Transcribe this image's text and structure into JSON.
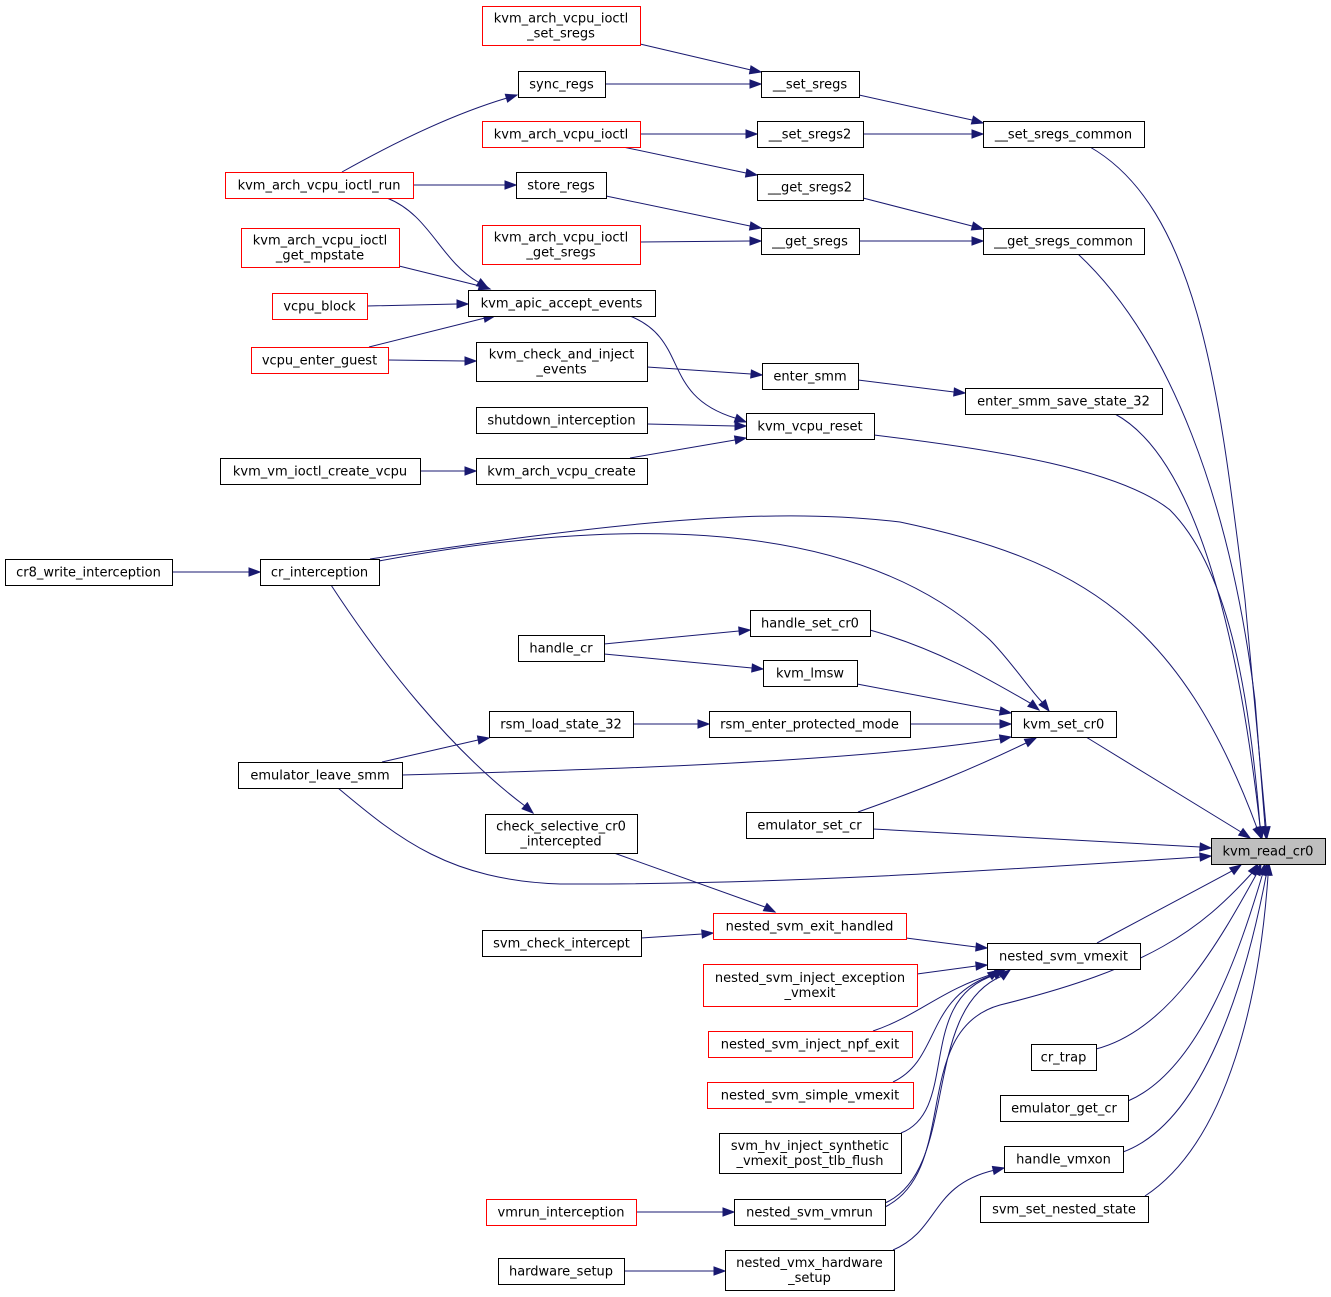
{
  "colors": {
    "edge": "#191970",
    "border": "#000000",
    "border_red": "#ff0000",
    "target_fill": "#bfbfbf"
  },
  "nodes": {
    "kvm_read_cr0": {
      "lines": [
        "kvm_read_cr0"
      ],
      "target": true
    },
    "kvm_arch_vcpu_ioctl_set_sregs": {
      "lines": [
        "kvm_arch_vcpu_ioctl",
        "_set_sregs"
      ],
      "red": true
    },
    "sync_regs": {
      "lines": [
        "sync_regs"
      ]
    },
    "__set_sregs": {
      "lines": [
        "__set_sregs"
      ]
    },
    "kvm_arch_vcpu_ioctl": {
      "lines": [
        "kvm_arch_vcpu_ioctl"
      ],
      "red": true
    },
    "__set_sregs2": {
      "lines": [
        "__set_sregs2"
      ]
    },
    "__set_sregs_common": {
      "lines": [
        "__set_sregs_common"
      ]
    },
    "kvm_arch_vcpu_ioctl_run": {
      "lines": [
        "kvm_arch_vcpu_ioctl_run"
      ],
      "red": true
    },
    "store_regs": {
      "lines": [
        "store_regs"
      ]
    },
    "__get_sregs2": {
      "lines": [
        "__get_sregs2"
      ]
    },
    "kvm_arch_vcpu_ioctl_get_sregs": {
      "lines": [
        "kvm_arch_vcpu_ioctl",
        "_get_sregs"
      ],
      "red": true
    },
    "__get_sregs": {
      "lines": [
        "__get_sregs"
      ]
    },
    "__get_sregs_common": {
      "lines": [
        "__get_sregs_common"
      ]
    },
    "kvm_arch_vcpu_ioctl_get_mpstate": {
      "lines": [
        "kvm_arch_vcpu_ioctl",
        "_get_mpstate"
      ],
      "red": true
    },
    "vcpu_block": {
      "lines": [
        "vcpu_block"
      ],
      "red": true
    },
    "kvm_apic_accept_events": {
      "lines": [
        "kvm_apic_accept_events"
      ]
    },
    "vcpu_enter_guest": {
      "lines": [
        "vcpu_enter_guest"
      ],
      "red": true
    },
    "kvm_check_and_inject_events": {
      "lines": [
        "kvm_check_and_inject",
        "_events"
      ]
    },
    "enter_smm": {
      "lines": [
        "enter_smm"
      ]
    },
    "enter_smm_save_state_32": {
      "lines": [
        "enter_smm_save_state_32"
      ]
    },
    "shutdown_interception": {
      "lines": [
        "shutdown_interception"
      ]
    },
    "kvm_vcpu_reset": {
      "lines": [
        "kvm_vcpu_reset"
      ]
    },
    "kvm_vm_ioctl_create_vcpu": {
      "lines": [
        "kvm_vm_ioctl_create_vcpu"
      ]
    },
    "kvm_arch_vcpu_create": {
      "lines": [
        "kvm_arch_vcpu_create"
      ]
    },
    "cr8_write_interception": {
      "lines": [
        "cr8_write_interception"
      ]
    },
    "cr_interception": {
      "lines": [
        "cr_interception"
      ]
    },
    "handle_set_cr0": {
      "lines": [
        "handle_set_cr0"
      ]
    },
    "handle_cr": {
      "lines": [
        "handle_cr"
      ]
    },
    "kvm_lmsw": {
      "lines": [
        "kvm_lmsw"
      ]
    },
    "rsm_load_state_32": {
      "lines": [
        "rsm_load_state_32"
      ]
    },
    "rsm_enter_protected_mode": {
      "lines": [
        "rsm_enter_protected_mode"
      ]
    },
    "kvm_set_cr0": {
      "lines": [
        "kvm_set_cr0"
      ]
    },
    "emulator_leave_smm": {
      "lines": [
        "emulator_leave_smm"
      ]
    },
    "check_selective_cr0_intercepted": {
      "lines": [
        "check_selective_cr0",
        "_intercepted"
      ]
    },
    "emulator_set_cr": {
      "lines": [
        "emulator_set_cr"
      ]
    },
    "nested_svm_exit_handled": {
      "lines": [
        "nested_svm_exit_handled"
      ],
      "red": true
    },
    "svm_check_intercept": {
      "lines": [
        "svm_check_intercept"
      ]
    },
    "nested_svm_vmexit": {
      "lines": [
        "nested_svm_vmexit"
      ]
    },
    "nested_svm_inject_exception_vmexit": {
      "lines": [
        "nested_svm_inject_exception",
        "_vmexit"
      ],
      "red": true
    },
    "nested_svm_inject_npf_exit": {
      "lines": [
        "nested_svm_inject_npf_exit"
      ],
      "red": true
    },
    "cr_trap": {
      "lines": [
        "cr_trap"
      ]
    },
    "nested_svm_simple_vmexit": {
      "lines": [
        "nested_svm_simple_vmexit"
      ],
      "red": true
    },
    "emulator_get_cr": {
      "lines": [
        "emulator_get_cr"
      ]
    },
    "svm_hv_inject_synthetic_vmexit_post_tlb_flush": {
      "lines": [
        "svm_hv_inject_synthetic",
        "_vmexit_post_tlb_flush"
      ]
    },
    "handle_vmxon": {
      "lines": [
        "handle_vmxon"
      ]
    },
    "vmrun_interception": {
      "lines": [
        "vmrun_interception"
      ],
      "red": true
    },
    "nested_svm_vmrun": {
      "lines": [
        "nested_svm_vmrun"
      ]
    },
    "svm_set_nested_state": {
      "lines": [
        "svm_set_nested_state"
      ]
    },
    "hardware_setup": {
      "lines": [
        "hardware_setup"
      ]
    },
    "nested_vmx_hardware_setup": {
      "lines": [
        "nested_vmx_hardware",
        "_setup"
      ]
    }
  },
  "edges": [
    [
      "kvm_arch_vcpu_ioctl_set_sregs",
      "__set_sregs"
    ],
    [
      "sync_regs",
      "__set_sregs"
    ],
    [
      "__set_sregs",
      "__set_sregs_common"
    ],
    [
      "kvm_arch_vcpu_ioctl",
      "__set_sregs2"
    ],
    [
      "__set_sregs2",
      "__set_sregs_common"
    ],
    [
      "kvm_arch_vcpu_ioctl",
      "__get_sregs2"
    ],
    [
      "kvm_arch_vcpu_ioctl_run",
      "sync_regs"
    ],
    [
      "kvm_arch_vcpu_ioctl_run",
      "store_regs"
    ],
    [
      "store_regs",
      "__get_sregs"
    ],
    [
      "__get_sregs2",
      "__get_sregs_common"
    ],
    [
      "kvm_arch_vcpu_ioctl_get_sregs",
      "__get_sregs"
    ],
    [
      "__get_sregs",
      "__get_sregs_common"
    ],
    [
      "kvm_arch_vcpu_ioctl_run",
      "kvm_apic_accept_events"
    ],
    [
      "kvm_arch_vcpu_ioctl_get_mpstate",
      "kvm_apic_accept_events"
    ],
    [
      "vcpu_block",
      "kvm_apic_accept_events"
    ],
    [
      "vcpu_enter_guest",
      "kvm_apic_accept_events"
    ],
    [
      "vcpu_enter_guest",
      "kvm_check_and_inject_events"
    ],
    [
      "kvm_check_and_inject_events",
      "enter_smm"
    ],
    [
      "enter_smm",
      "enter_smm_save_state_32"
    ],
    [
      "kvm_apic_accept_events",
      "kvm_vcpu_reset"
    ],
    [
      "shutdown_interception",
      "kvm_vcpu_reset"
    ],
    [
      "kvm_vm_ioctl_create_vcpu",
      "kvm_arch_vcpu_create"
    ],
    [
      "kvm_arch_vcpu_create",
      "kvm_vcpu_reset"
    ],
    [
      "cr8_write_interception",
      "cr_interception"
    ],
    [
      "handle_cr",
      "handle_set_cr0"
    ],
    [
      "handle_cr",
      "kvm_lmsw"
    ],
    [
      "emulator_leave_smm",
      "rsm_load_state_32"
    ],
    [
      "rsm_load_state_32",
      "rsm_enter_protected_mode"
    ],
    [
      "rsm_enter_protected_mode",
      "kvm_set_cr0"
    ],
    [
      "cr_interception",
      "kvm_set_cr0"
    ],
    [
      "handle_set_cr0",
      "kvm_set_cr0"
    ],
    [
      "kvm_lmsw",
      "kvm_set_cr0"
    ],
    [
      "emulator_leave_smm",
      "kvm_set_cr0"
    ],
    [
      "emulator_set_cr",
      "kvm_set_cr0"
    ],
    [
      "cr_interception",
      "check_selective_cr0_intercepted"
    ],
    [
      "check_selective_cr0_intercepted",
      "nested_svm_exit_handled"
    ],
    [
      "svm_check_intercept",
      "nested_svm_exit_handled"
    ],
    [
      "nested_svm_exit_handled",
      "nested_svm_vmexit"
    ],
    [
      "nested_svm_inject_exception_vmexit",
      "nested_svm_vmexit"
    ],
    [
      "nested_svm_inject_npf_exit",
      "nested_svm_vmexit"
    ],
    [
      "nested_svm_simple_vmexit",
      "nested_svm_vmexit"
    ],
    [
      "svm_hv_inject_synthetic_vmexit_post_tlb_flush",
      "nested_svm_vmexit"
    ],
    [
      "nested_svm_vmrun",
      "nested_svm_vmexit"
    ],
    [
      "vmrun_interception",
      "nested_svm_vmrun"
    ],
    [
      "hardware_setup",
      "nested_vmx_hardware_setup"
    ],
    [
      "nested_vmx_hardware_setup",
      "handle_vmxon"
    ],
    [
      "__set_sregs_common",
      "kvm_read_cr0"
    ],
    [
      "__get_sregs_common",
      "kvm_read_cr0"
    ],
    [
      "enter_smm_save_state_32",
      "kvm_read_cr0"
    ],
    [
      "kvm_vcpu_reset",
      "kvm_read_cr0"
    ],
    [
      "cr_interception",
      "kvm_read_cr0"
    ],
    [
      "kvm_set_cr0",
      "kvm_read_cr0"
    ],
    [
      "emulator_set_cr",
      "kvm_read_cr0"
    ],
    [
      "emulator_leave_smm",
      "kvm_read_cr0"
    ],
    [
      "nested_svm_vmexit",
      "kvm_read_cr0"
    ],
    [
      "nested_svm_vmrun",
      "kvm_read_cr0"
    ],
    [
      "cr_trap",
      "kvm_read_cr0"
    ],
    [
      "emulator_get_cr",
      "kvm_read_cr0"
    ],
    [
      "handle_vmxon",
      "kvm_read_cr0"
    ],
    [
      "svm_set_nested_state",
      "kvm_read_cr0"
    ]
  ]
}
